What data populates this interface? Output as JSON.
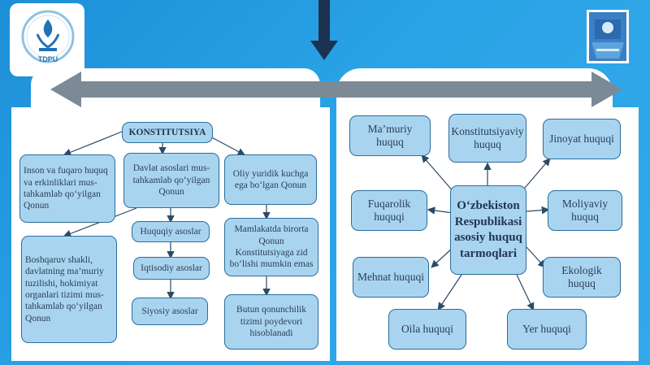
{
  "logos": {
    "left_text": "TDPU"
  },
  "colors": {
    "background": "#2aa3e6",
    "box_fill": "#a9d4f0",
    "box_border": "#2a6e9a",
    "arrow": "#7c8a96"
  },
  "left_diagram": {
    "root": "KONSTITUTSIYA",
    "col1": [
      "Inson va fuqaro huquq va erkinliklari mus-tahkamlab qo‘yilgan Qonun",
      "Boshqaruv shakli, davlatning ma’muriy tuzilishi, hokimiyat organlari tizimi mus-tahkamlab qo‘yilgan Qonun"
    ],
    "col2_top": "Davlat asoslari mus-tahkamlab qo‘yilgan Qonun",
    "col2_items": [
      "Huquqiy asoslar",
      "Iqtisodiy asoslar",
      "Siyosiy asoslar"
    ],
    "col3": [
      "Oliy yuridik kuchga ega bo‘lgan Qonun",
      "Mamlakatda birorta Qonun Konstitutsiyaga zid bo‘lishi mumkin emas",
      "Butun qonunchilik tizimi poydevori hisoblanadi"
    ]
  },
  "right_diagram": {
    "center": "O‘zbekiston Respublikasi asosiy huquq tarmoqlari",
    "branches": [
      "Ma’muriy huquq",
      "Konstitutsiyaviy huquq",
      "Jinoyat huquqi",
      "Fuqarolik huquqi",
      "Moliyaviy huquq",
      "Mehnat huquqi",
      "Ekologik huquq",
      "Oila huquqi",
      "Yer huquqi"
    ]
  }
}
